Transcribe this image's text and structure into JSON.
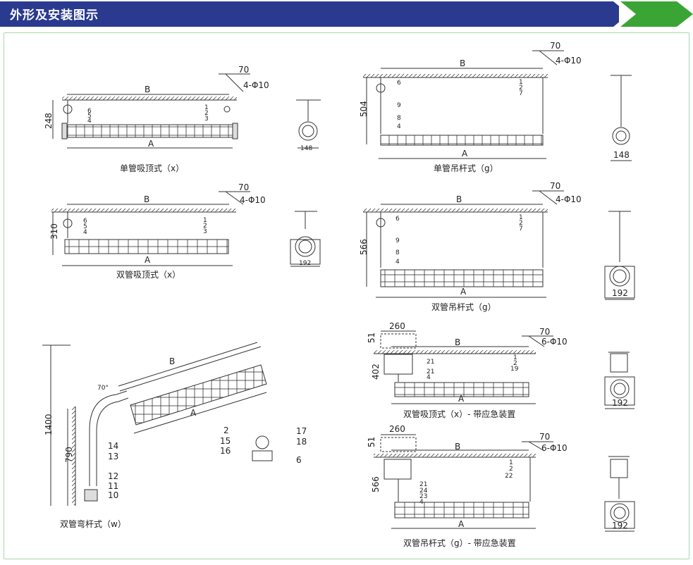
{
  "header": {
    "title": "外形及安装图示",
    "colors": {
      "bar": "#2a3b8f",
      "arrow": "#3aa535"
    }
  },
  "captions": {
    "single_ceiling": "单管吸顶式（x）",
    "double_ceiling": "双管吸顶式（x）",
    "double_bent_pole": "双管弯杆式（w）",
    "single_pendant": "单管吊杆式（g）",
    "double_pendant": "双管吊杆式（g）",
    "double_ceiling_emergency": "双管吸顶式（x）- 带应急装置",
    "double_pendant_emergency": "双管吊杆式（g）- 带应急装置"
  },
  "dims": {
    "A": "A",
    "B": "B",
    "d70": "70",
    "holes4": "4-Φ10",
    "holes6": "6-Φ10",
    "h248": "248",
    "h310": "310",
    "h504": "504",
    "h566": "566",
    "h402": "402",
    "h51": "51",
    "w260": "260",
    "w148": "148",
    "w192": "192",
    "h1400": "1400",
    "h790": "790",
    "angle": "70°"
  },
  "parts": {
    "p1": "1",
    "p2": "2",
    "p3": "3",
    "p4": "4",
    "p5": "5",
    "p6": "6",
    "p7": "7",
    "p8": "8",
    "p9": "9",
    "p10": "10",
    "p11": "11",
    "p12": "12",
    "p13": "13",
    "p14": "14",
    "p15": "15",
    "p16": "16",
    "p17": "17",
    "p18": "18",
    "p19": "19",
    "p21": "21",
    "p22": "22",
    "p23": "23",
    "p24": "24"
  }
}
